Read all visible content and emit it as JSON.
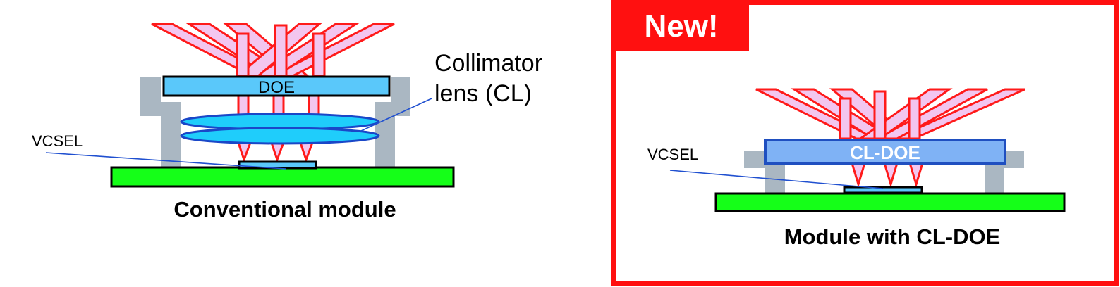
{
  "left_panel": {
    "caption": "Conventional module",
    "doe_label": "DOE",
    "collimator_label_line1": "Collimator",
    "collimator_label_line2": "lens (CL)",
    "vcsel_label": "VCSEL"
  },
  "right_panel": {
    "badge": "New!",
    "caption": "Module with CL-DOE",
    "cldoe_label": "CL-DOE",
    "vcsel_label": "VCSEL"
  },
  "colors": {
    "frame_red": "#ff1010",
    "beam_red": "#ff1a1a",
    "beam_fill": "#f3c6ef",
    "board_green": "#15ff18",
    "doe_blue": "#5ac8fa",
    "cldoe_fill": "#7fb2f5",
    "cldoe_border": "#1f4fc0",
    "lens_fill": "#1fcdfb",
    "lens_border": "#1a47c8",
    "holder_gray": "#aab7c2",
    "leader_blue": "#2050d0"
  }
}
